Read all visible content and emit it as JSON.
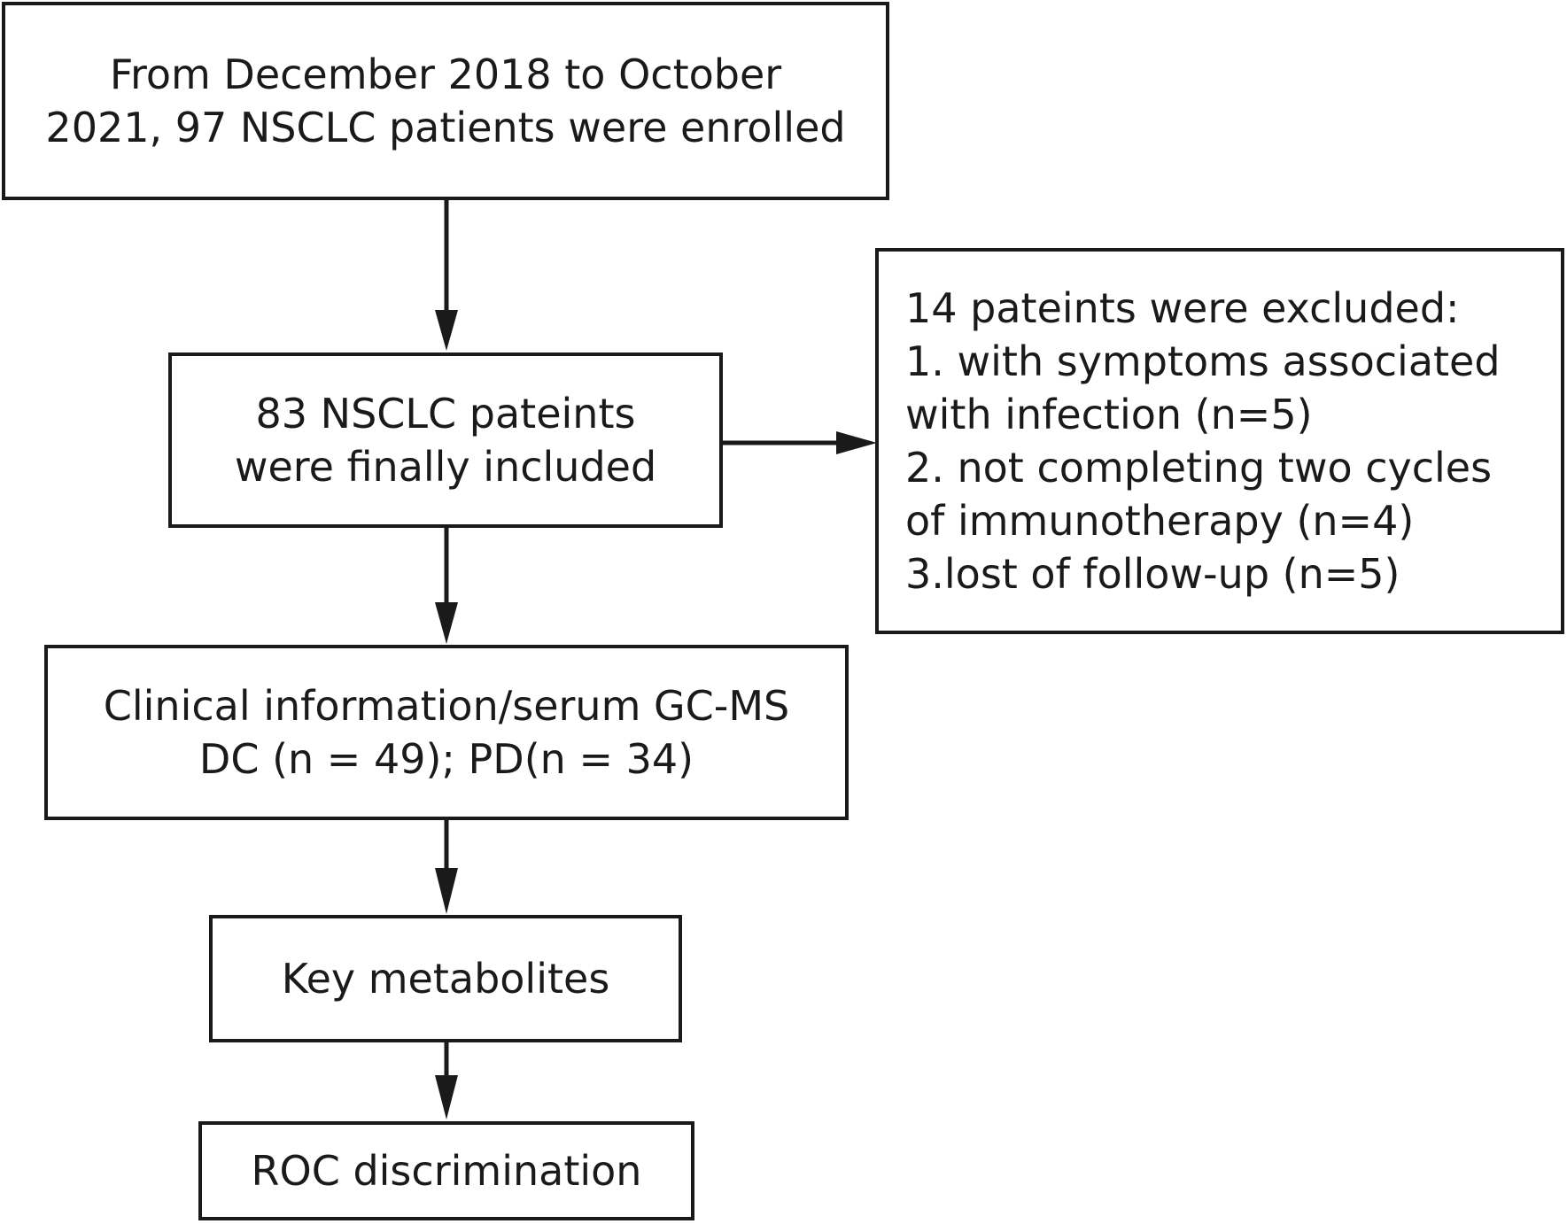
{
  "boxes": {
    "enrolled": [
      "From December 2018 to October",
      "2021, 97 NSCLC patients were enrolled"
    ],
    "included": [
      "83 NSCLC pateints",
      "were finally included"
    ],
    "excluded": [
      "14 pateints were excluded:",
      "1. with symptoms associated",
      "with infection (n=5)",
      "2. not completing two cycles",
      "of immunotherapy (n=4)",
      "3.lost of follow-up (n=5)"
    ],
    "clinical": [
      "Clinical information/serum GC-MS",
      "DC (n = 49); PD(n = 34)"
    ],
    "metabolites": [
      "Key metabolites"
    ],
    "roc": [
      "ROC discrimination"
    ]
  }
}
